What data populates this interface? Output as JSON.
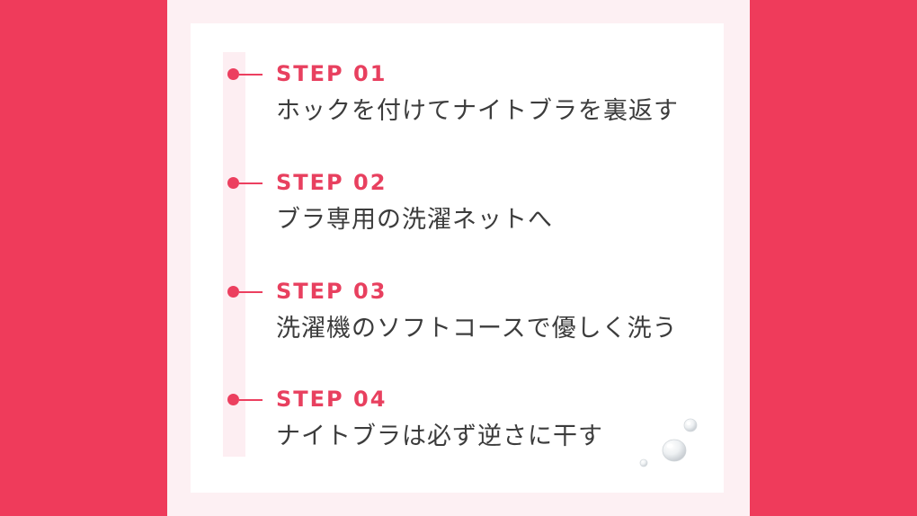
{
  "colors": {
    "background": "#ef3b5b",
    "panel": "#fdf0f3",
    "card": "#ffffff",
    "accent": "#e8405f",
    "text": "#3c3c3c"
  },
  "steps": [
    {
      "label": "STEP 01",
      "text": "ホックを付けてナイトブラを裏返す"
    },
    {
      "label": "STEP 02",
      "text": "ブラ専用の洗濯ネットへ"
    },
    {
      "label": "STEP 03",
      "text": "洗濯機のソフトコースで優しく洗う"
    },
    {
      "label": "STEP 04",
      "text": "ナイトブラは必ず逆さに干す"
    }
  ],
  "decoration": {
    "icon": "water-droplets-icon"
  }
}
